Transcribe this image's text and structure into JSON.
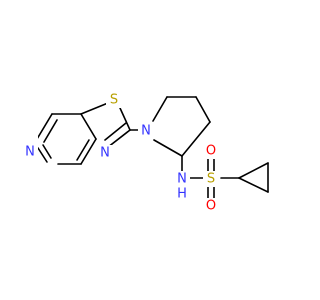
{
  "structure": {
    "atoms": [
      {
        "id": "n_pyr",
        "symbol": "N",
        "color": "#3333ff"
      },
      {
        "id": "n_thz",
        "symbol": "N",
        "color": "#3333ff"
      },
      {
        "id": "s_thz",
        "symbol": "S",
        "color": "#b8a000"
      },
      {
        "id": "n_pip",
        "symbol": "N",
        "color": "#3333ff"
      },
      {
        "id": "n_h",
        "symbol": "N",
        "color": "#3333ff"
      },
      {
        "id": "h_nh",
        "symbol": "H",
        "color": "#3333ff"
      },
      {
        "id": "s_sulf",
        "symbol": "S",
        "color": "#b8a000"
      },
      {
        "id": "o_top",
        "symbol": "O",
        "color": "#ff0000"
      },
      {
        "id": "o_bot",
        "symbol": "O",
        "color": "#ff0000"
      }
    ],
    "bond_color": "#000000"
  }
}
